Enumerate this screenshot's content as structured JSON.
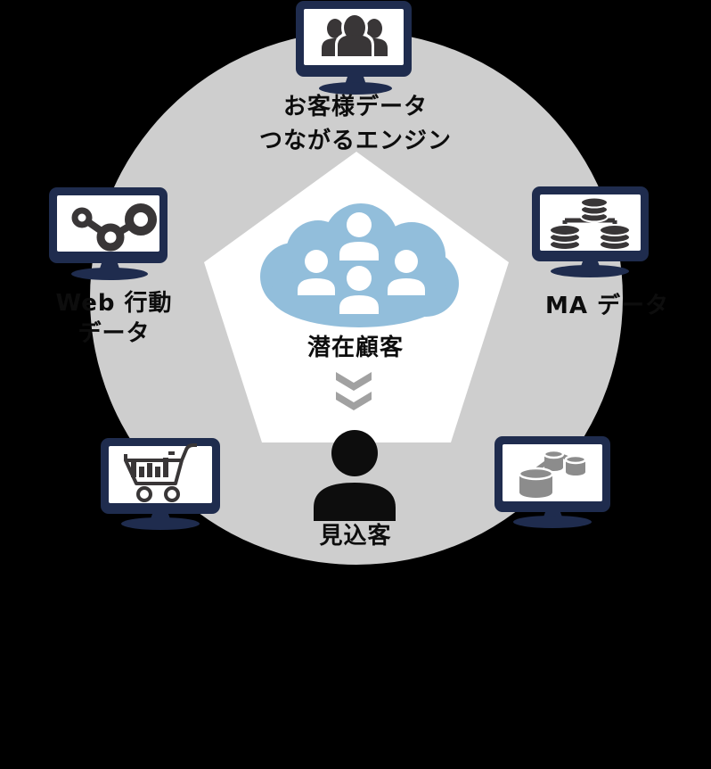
{
  "colors": {
    "bg": "#000000",
    "circle": "#cecece",
    "pentagon": "#ffffff",
    "cloud": "#92bedb",
    "navy": "#1f2c4e",
    "dark": "#393637",
    "gray": "#8c8c8c",
    "chevron": "#a1a1a1",
    "ink": "#0d0d0d"
  },
  "labels": {
    "customer_data_line1": "お客様データ",
    "customer_data_line2": "つながるエンジン",
    "web_behavior_line1": "Web 行動",
    "web_behavior_line2": "データ",
    "ma_data": "MA データ",
    "potential_customers": "潜在顧客",
    "prospects": "見込客"
  },
  "monitors": [
    {
      "position": "top",
      "icon": "group-people-icon"
    },
    {
      "position": "upper-left",
      "icon": "dot-line-chart-icon"
    },
    {
      "position": "upper-right",
      "icon": "database-tree-icon"
    },
    {
      "position": "lower-left",
      "icon": "shopping-cart-icon"
    },
    {
      "position": "lower-right",
      "icon": "linked-cylinders-icon"
    }
  ]
}
